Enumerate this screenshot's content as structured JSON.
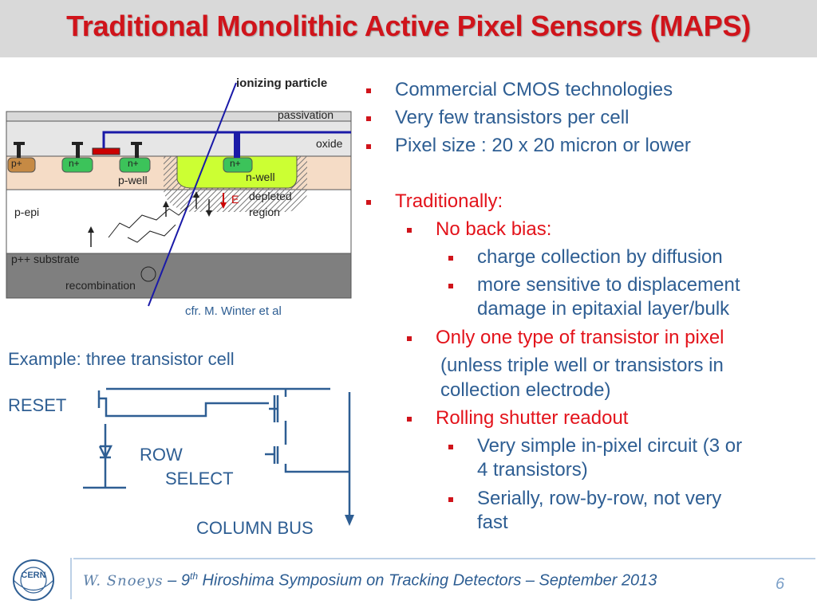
{
  "title": "Traditional Monolithic Active Pixel Sensors (MAPS)",
  "diagram": {
    "ionizing_particle": "ionizing particle",
    "passivation": "passivation",
    "oxide": "oxide",
    "p_plus": "p+",
    "n_plus_1": "n+",
    "n_plus_2": "n+",
    "n_plus_3": "n+",
    "p_well": "p-well",
    "n_well": "n-well",
    "depleted": "depleted",
    "region": "region",
    "e_field": "E",
    "p_epi": "p-epi",
    "p_substrate": "p++ substrate",
    "recombination": "recombination",
    "credit": "cfr. M. Winter et al"
  },
  "circuit": {
    "heading": "Example: three transistor cell",
    "reset": "RESET",
    "row": "ROW",
    "select": "SELECT",
    "column_bus": "COLUMN BUS"
  },
  "bullets": [
    {
      "text": "Commercial CMOS technologies",
      "color": "#2e5e93"
    },
    {
      "text": "Very few transistors per cell",
      "color": "#2e5e93"
    },
    {
      "text": "Pixel size : 20 x 20 micron or lower",
      "color": "#2e5e93"
    },
    {
      "text": "Traditionally:",
      "color": "#e3131b"
    },
    {
      "text": "No back bias:",
      "color": "#e3131b"
    },
    {
      "text": "charge collection by diffusion",
      "color": "#2e5e93"
    },
    {
      "text": "more sensitive to displacement",
      "color": "#2e5e93"
    },
    {
      "text": "damage in epitaxial layer/bulk",
      "color": "#2e5e93"
    },
    {
      "text": "Only one type of transistor in pixel",
      "color": "#e3131b"
    },
    {
      "text": "(unless triple well or transistors in",
      "color": "#2e5e93"
    },
    {
      "text": "collection electrode)",
      "color": "#2e5e93"
    },
    {
      "text": "Rolling shutter readout",
      "color": "#e3131b"
    },
    {
      "text": "Very simple in-pixel circuit (3 or",
      "color": "#2e5e93"
    },
    {
      "text": "4 transistors)",
      "color": "#2e5e93"
    },
    {
      "text": "Serially, row-by-row, not very",
      "color": "#2e5e93"
    },
    {
      "text": "fast",
      "color": "#2e5e93"
    }
  ],
  "footer": {
    "author": "W. Snoeys",
    "sep1": " – 9",
    "sup": "th",
    "event": " Hiroshima Symposium on Tracking Detectors – September 2013",
    "page": "6",
    "logo": "CERN"
  }
}
